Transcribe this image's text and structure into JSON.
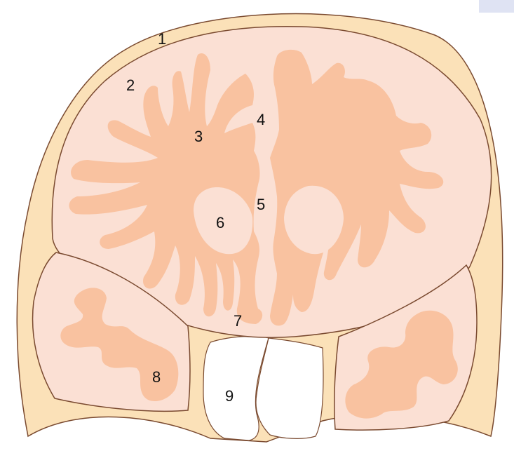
{
  "labels": {
    "l1": "1",
    "l2": "2",
    "l3": "3",
    "l4": "4",
    "l5": "5",
    "l6": "6",
    "l7": "7",
    "l8": "8",
    "l9": "9"
  },
  "colors": {
    "skull": "#fbe1b8",
    "brain_outer": "#fbe0d4",
    "gyri": "#f9c2a0",
    "outline": "#7a4a30",
    "orbit": "#ffffff",
    "corner_tab": "#dfe3f3"
  }
}
